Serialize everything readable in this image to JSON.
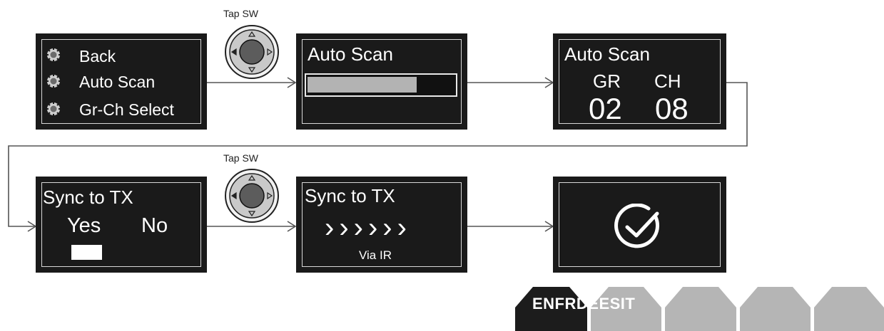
{
  "tap_label": "Tap SW",
  "menu": {
    "items": [
      "Back",
      "Auto Scan",
      "Gr-Ch Select"
    ]
  },
  "scan": {
    "title": "Auto Scan",
    "progress": 0.73
  },
  "result": {
    "title": "Auto Scan",
    "gr_label": "GR",
    "ch_label": "CH",
    "gr_value": "02",
    "ch_value": "08"
  },
  "sync_prompt": {
    "title": "Sync to TX",
    "yes": "Yes",
    "no": "No"
  },
  "syncing": {
    "title": "Sync to TX",
    "chevrons": "››››››",
    "sub": "Via IR"
  },
  "done": {
    "icon": "check-circle-icon"
  },
  "language_tabs": {
    "active": "ENFRDEESIT"
  }
}
